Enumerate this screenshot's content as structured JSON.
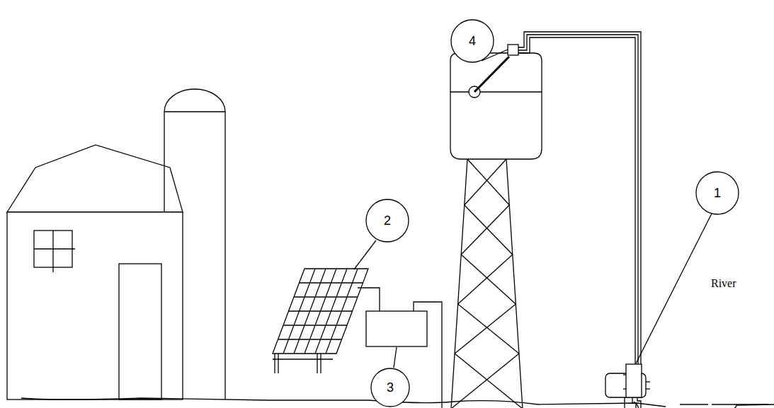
{
  "diagram": {
    "nodes": [
      {
        "text": [
          "4"
        ]
      },
      {
        "text": [
          "1"
        ]
      },
      {
        "text": [
          "2"
        ]
      },
      {
        "text": [
          "3"
        ]
      }
    ],
    "labels": [
      "River"
    ]
  }
}
